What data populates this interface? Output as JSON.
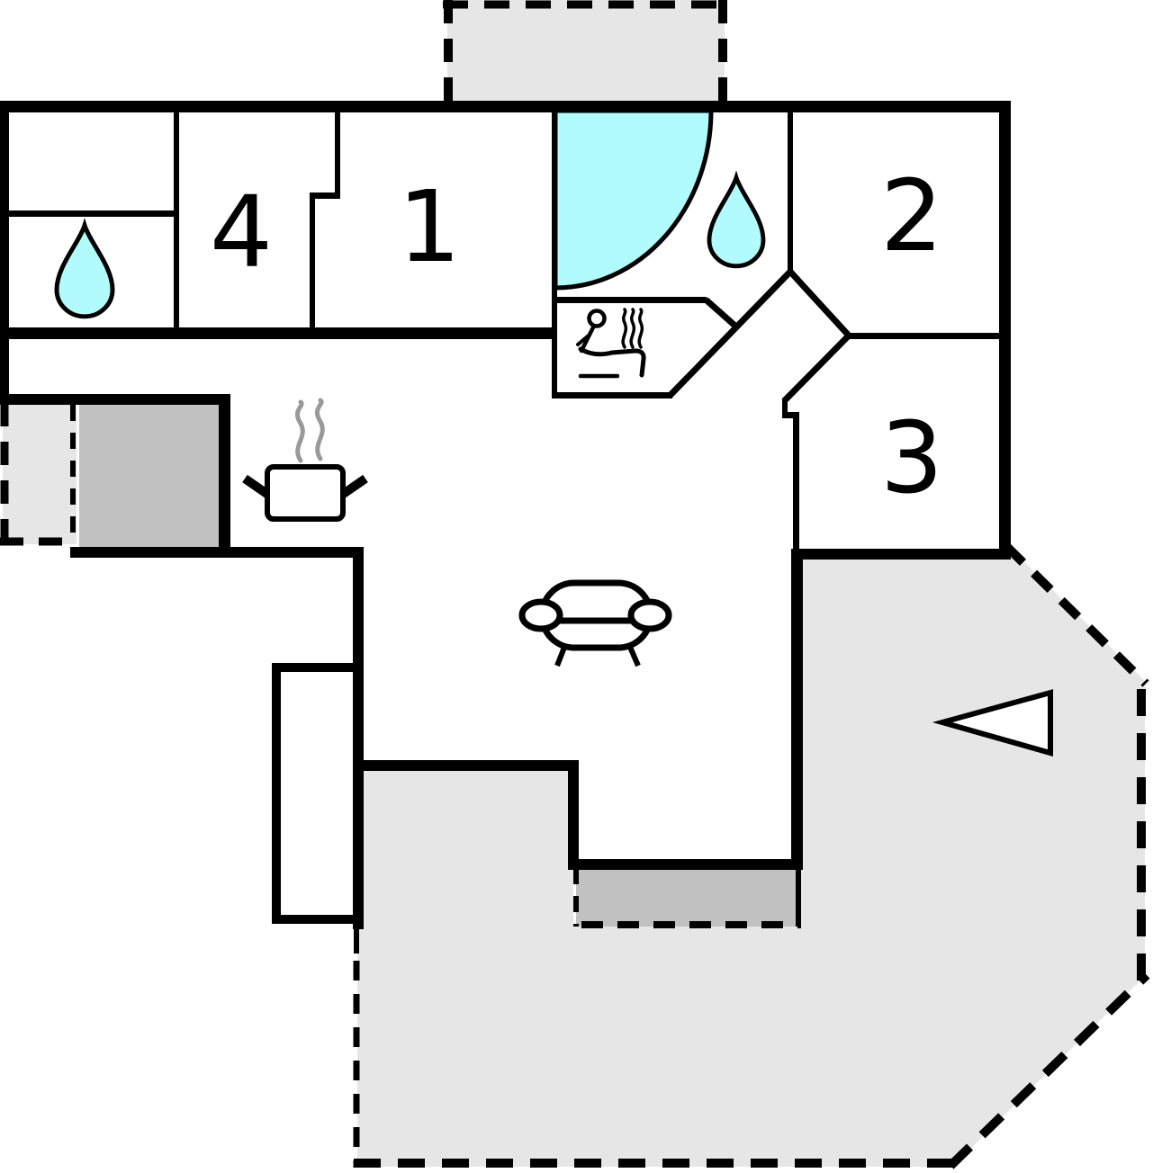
{
  "floorplan": {
    "rooms": [
      {
        "id": "room-4",
        "label": "4"
      },
      {
        "id": "room-1",
        "label": "1"
      },
      {
        "id": "room-2",
        "label": "2"
      },
      {
        "id": "room-3",
        "label": "3"
      }
    ],
    "icons": {
      "left_bathroom": "water-drop-icon",
      "shower": "shower-quarter-circle-icon",
      "right_bathroom": "water-drop-icon",
      "sauna": "sauna-person-with-steam-icon",
      "kitchen": "steaming-pot-icon",
      "living_room": "sofa-icon",
      "entrance": "left-arrow-icon"
    },
    "colors": {
      "water": "#B2FBFC",
      "terrace": "#E6E6E6",
      "patio_dark": "#C1C1C1",
      "wall": "#000000",
      "steam": "#999999",
      "background": "#FFFFFF"
    }
  }
}
